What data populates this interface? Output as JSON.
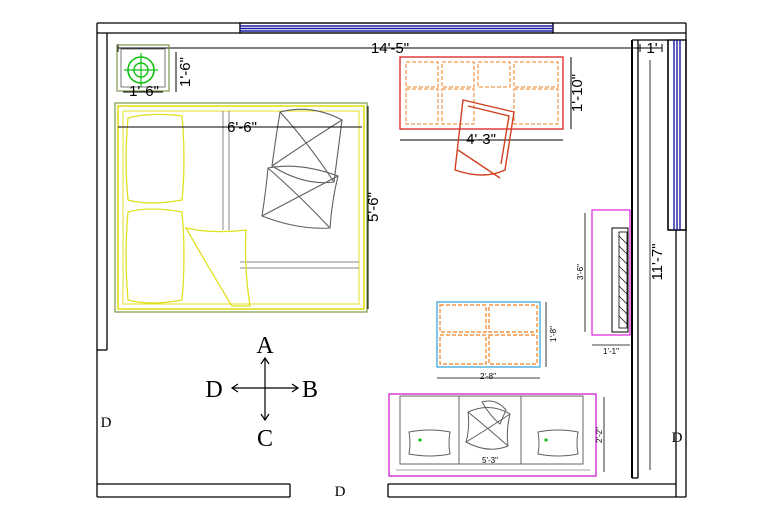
{
  "dimensions": {
    "room_width": "14'-5\"",
    "right_offset": "1'",
    "plant_height": "1'-6\"",
    "plant_width": "1'-6\"",
    "bed_width": "6'-6\"",
    "bed_length": "5'-6\"",
    "desk_depth": "1'-10\"",
    "desk_width": "4'-3\"",
    "room_length": "11'-7\"",
    "tv_unit_length": "3'-6\"",
    "tv_unit_depth": "1'-1\"",
    "table_depth": "1'-8\"",
    "table_width": "2'-8\"",
    "sofa_depth": "2'-2\"",
    "sofa_width": "5'-3\""
  },
  "compass": {
    "north": "A",
    "east": "B",
    "south": "C",
    "west": "D"
  },
  "doors": {
    "left": "D",
    "bottom": "D",
    "right": "D"
  },
  "colors": {
    "wall": "#000000",
    "window": "#1a1aa0",
    "bed": "#e0e020",
    "bed_frame": "#7c9a4a",
    "desk": "#e03030",
    "chair": "#d04020",
    "tv_unit": "#e020e0",
    "table": "#f08020",
    "table_outline": "#2aa0d8",
    "sofa": "#d020d0",
    "plant": "#10c010",
    "pillow": "#606060"
  }
}
